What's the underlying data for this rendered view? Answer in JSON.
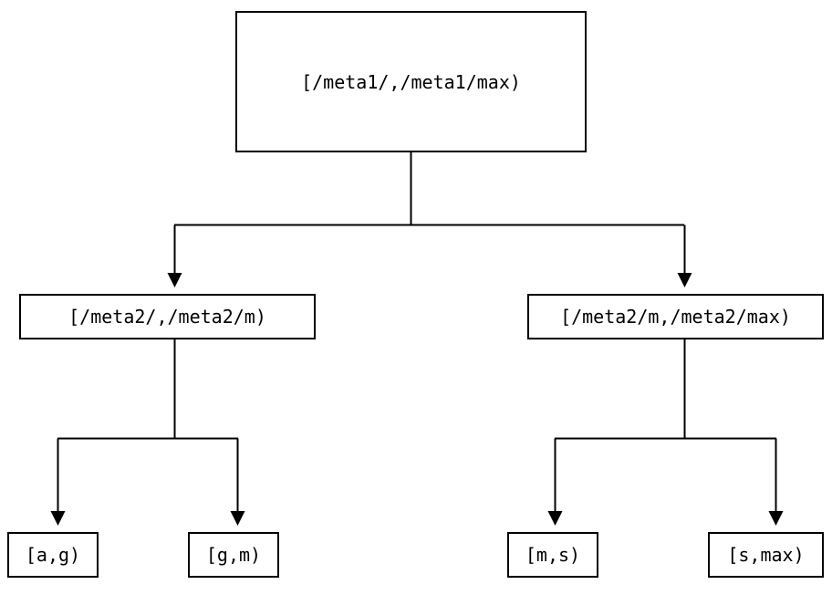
{
  "diagram": {
    "type": "tree",
    "title": "",
    "orientation": "top-down",
    "colors": {
      "background": "#ffffff",
      "node_border": "#000000",
      "node_fill": "#ffffff",
      "text": "#000000",
      "edge": "#000000",
      "arrowhead": "#000000"
    },
    "nodes": {
      "root": {
        "label": "[/meta1/,/meta1/max)",
        "level": 0
      },
      "mid_left": {
        "label": "[/meta2/,/meta2/m)",
        "level": 1
      },
      "mid_right": {
        "label": "[/meta2/m,/meta2/max)",
        "level": 1
      },
      "leaf_1": {
        "label": "[a,g)",
        "level": 2
      },
      "leaf_2": {
        "label": "[g,m)",
        "level": 2
      },
      "leaf_3": {
        "label": "[m,s)",
        "level": 2
      },
      "leaf_4": {
        "label": "[s,max)",
        "level": 2
      }
    },
    "edges": [
      {
        "from": "root",
        "to": "mid_left",
        "arrow": "down"
      },
      {
        "from": "root",
        "to": "mid_right",
        "arrow": "down"
      },
      {
        "from": "mid_left",
        "to": "leaf_1",
        "arrow": "down"
      },
      {
        "from": "mid_left",
        "to": "leaf_2",
        "arrow": "down"
      },
      {
        "from": "mid_right",
        "to": "leaf_3",
        "arrow": "down"
      },
      {
        "from": "mid_right",
        "to": "leaf_4",
        "arrow": "down"
      }
    ]
  }
}
